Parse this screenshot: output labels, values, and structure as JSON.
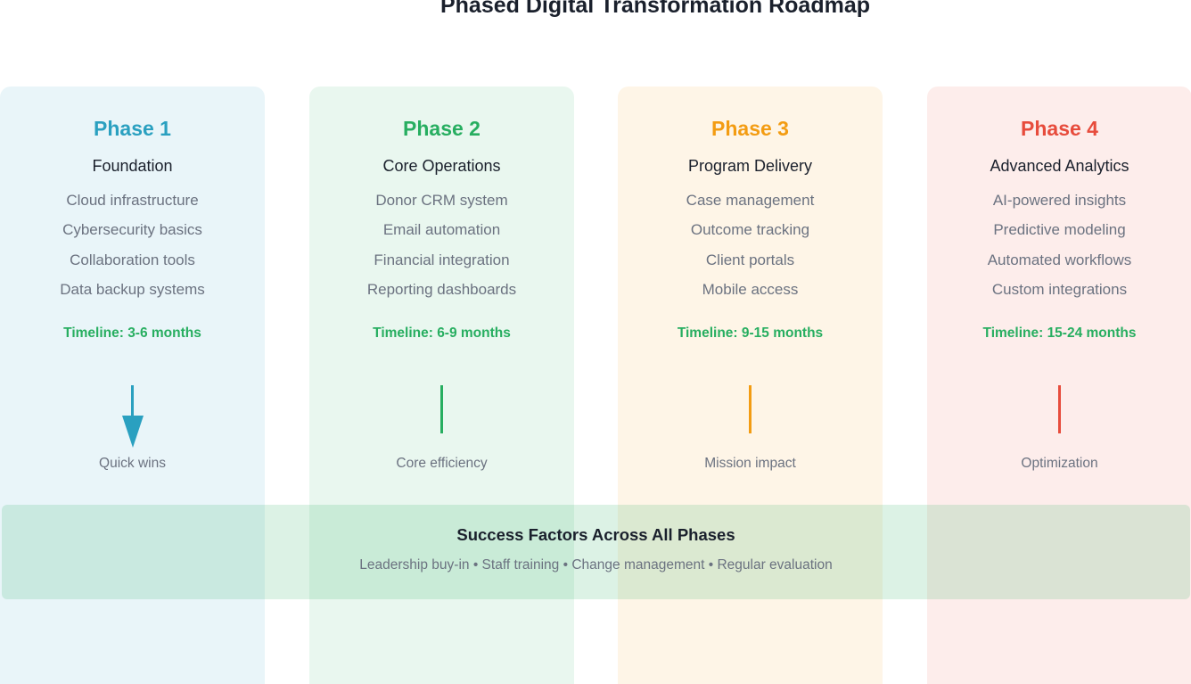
{
  "title": "Phased Digital Transformation Roadmap",
  "colors": {
    "phase1": "#2aa0c0",
    "phase2": "#27ae60",
    "phase3": "#f39c12",
    "phase4": "#e74c3c",
    "timeline": "#27ae60"
  },
  "phases": [
    {
      "title": "Phase 1",
      "subtitle": "Foundation",
      "items": [
        "Cloud infrastructure",
        "Cybersecurity basics",
        "Collaboration tools",
        "Data backup systems"
      ],
      "timeline": "Timeline: 3-6 months",
      "outcome": "Quick wins"
    },
    {
      "title": "Phase 2",
      "subtitle": "Core Operations",
      "items": [
        "Donor CRM system",
        "Email automation",
        "Financial integration",
        "Reporting dashboards"
      ],
      "timeline": "Timeline: 6-9 months",
      "outcome": "Core efficiency"
    },
    {
      "title": "Phase 3",
      "subtitle": "Program Delivery",
      "items": [
        "Case management",
        "Outcome tracking",
        "Client portals",
        "Mobile access"
      ],
      "timeline": "Timeline: 9-15 months",
      "outcome": "Mission impact"
    },
    {
      "title": "Phase 4",
      "subtitle": "Advanced Analytics",
      "items": [
        "AI-powered insights",
        "Predictive modeling",
        "Automated workflows",
        "Custom integrations"
      ],
      "timeline": "Timeline: 15-24 months",
      "outcome": "Optimization"
    }
  ],
  "success": {
    "title": "Success Factors Across All Phases",
    "factors": "Leadership buy-in • Staff training • Change management • Regular evaluation"
  }
}
